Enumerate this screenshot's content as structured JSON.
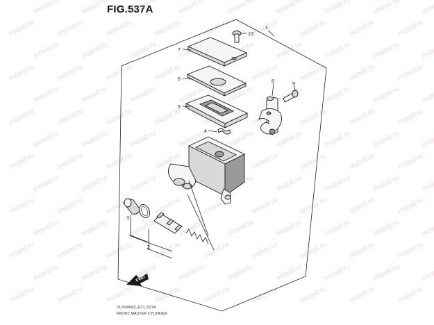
{
  "figure": {
    "title": "FIG.537A",
    "code": "DL650AMZ_E21_537A",
    "name": "FRONT MASTER CYLINDER",
    "watermark": "motod.ru"
  },
  "callouts": {
    "c1": "1",
    "c2": "2",
    "c3": "3",
    "c4": "4",
    "c5": "5",
    "c6": "6",
    "c7": "7",
    "c8": "8",
    "c9": "9",
    "c10": "10"
  },
  "fwd_arrow": {
    "label": "FWD"
  },
  "colors": {
    "watermark": "#e9b3b3",
    "line": "#1a1a1a"
  }
}
